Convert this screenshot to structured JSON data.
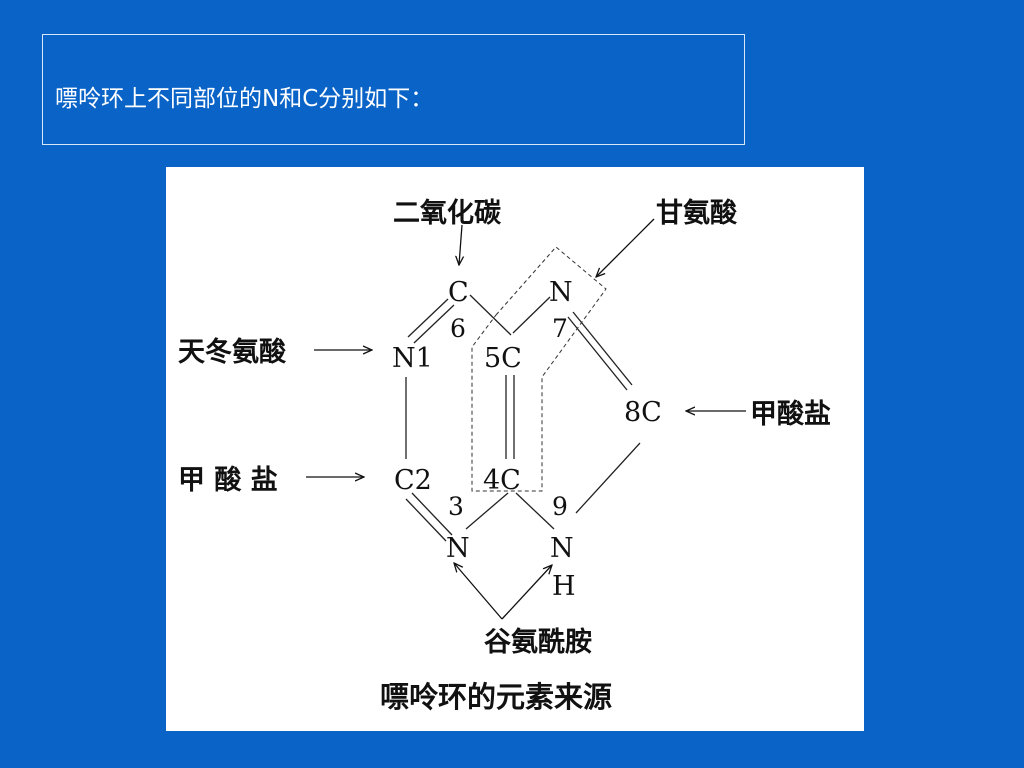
{
  "slide": {
    "title": "嘌呤环上不同部位的N和C分别如下："
  },
  "figure": {
    "caption": "嘌呤环的元素来源",
    "sources": {
      "co2": "二氧化碳",
      "glycine": "甘氨酸",
      "aspartate": "天冬氨酸",
      "formate_left": "甲 酸 盐",
      "formate_right": "甲酸盐",
      "glutamine": "谷氨酰胺"
    },
    "atoms": {
      "c6": "C",
      "c6_num": "6",
      "n1": "N1",
      "c5": "5C",
      "n7": "N",
      "n7_num": "7",
      "c8": "8C",
      "c2": "C2",
      "c4": "4C",
      "n3_num": "3",
      "n3": "N",
      "n9_num": "9",
      "n9": "N",
      "h9": "H"
    }
  }
}
